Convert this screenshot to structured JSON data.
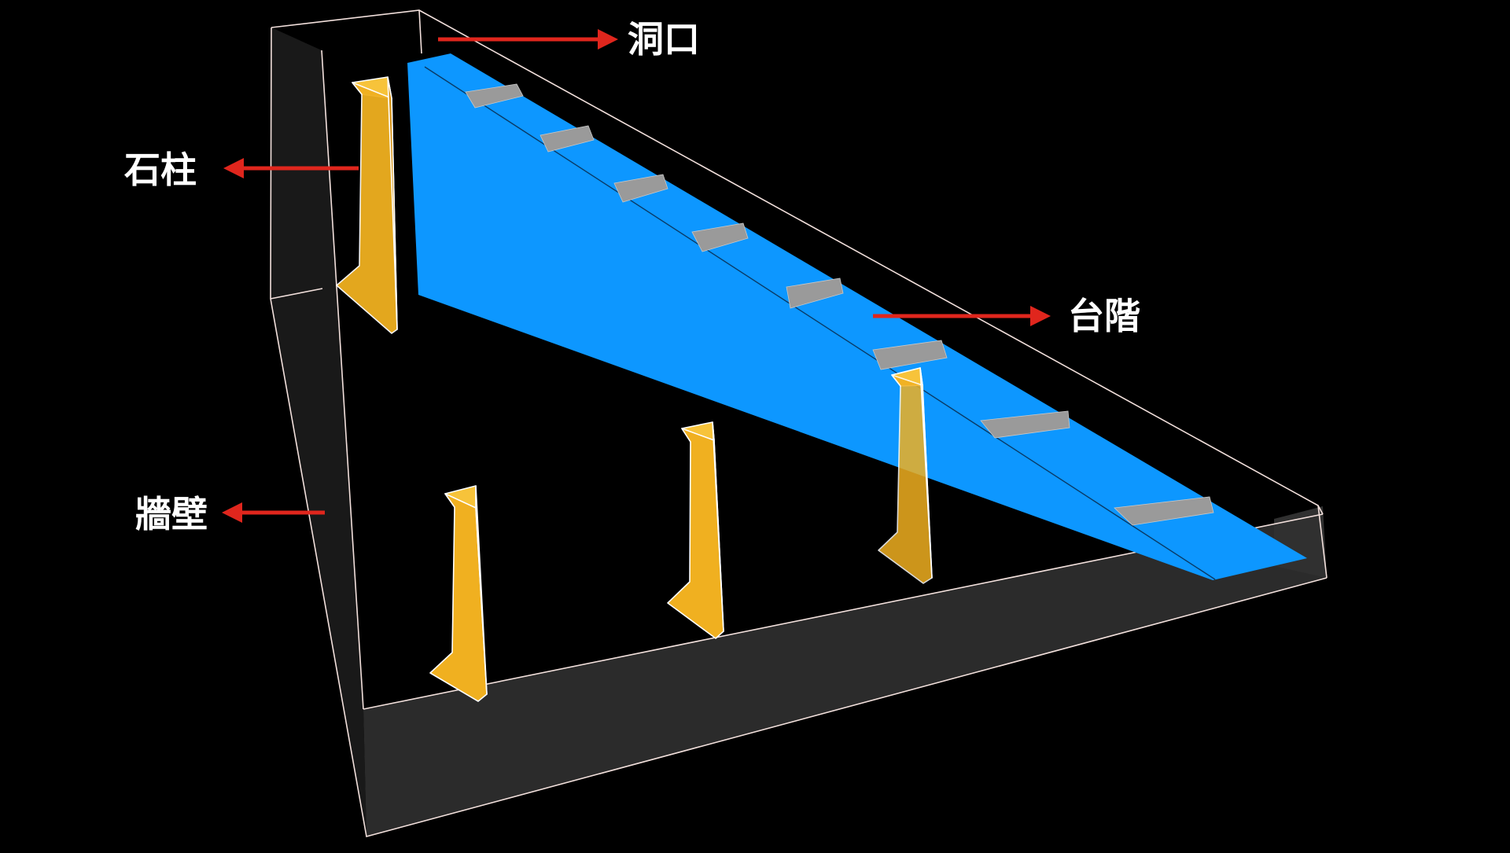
{
  "labels": {
    "cave_entrance": "洞口",
    "stone_pillar": "石柱",
    "steps": "台階",
    "wall": "牆壁"
  },
  "colors": {
    "background": "#000000",
    "ramp": "#0d97ff",
    "pillar": "#f0b020",
    "step": "#9a9a9a",
    "arrow": "#e0261d",
    "label": "#ffffff",
    "wall_fill": "#2a2a2a",
    "edge": "#ffffff"
  }
}
